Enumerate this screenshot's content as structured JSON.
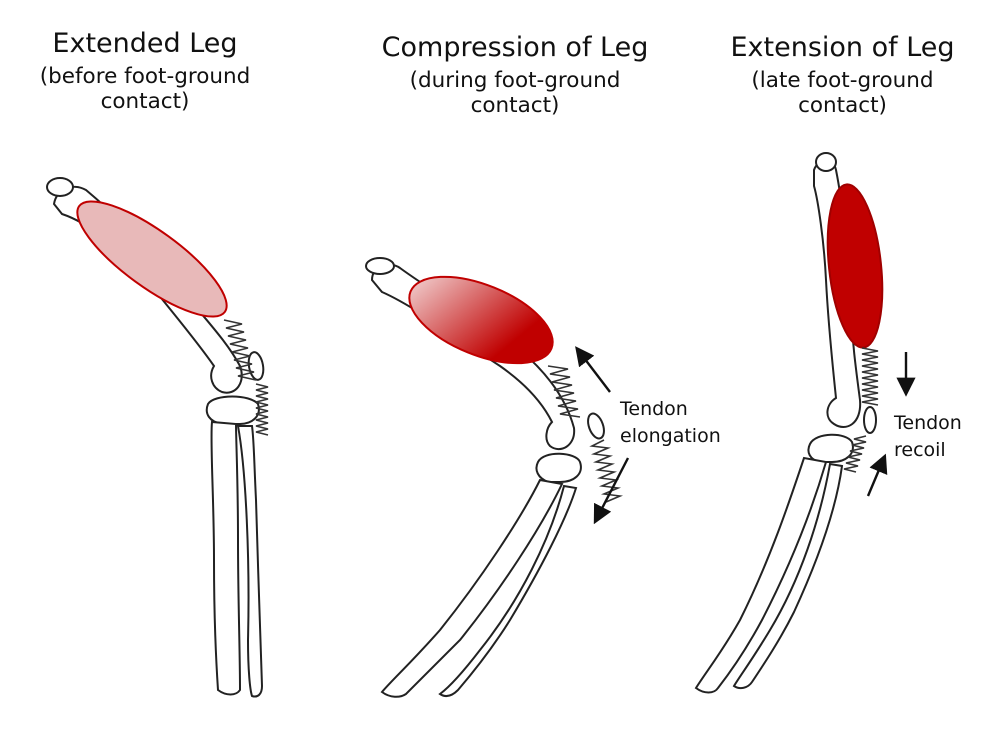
{
  "panels": [
    {
      "title": "Extended Leg",
      "subtitle_line1": "(before foot-ground",
      "subtitle_line2": "contact)"
    },
    {
      "title": "Compression of Leg",
      "subtitle_line1": "(during foot-ground",
      "subtitle_line2": "contact)",
      "annotation_line1": "Tendon",
      "annotation_line2": "elongation"
    },
    {
      "title": "Extension of Leg",
      "subtitle_line1": "(late foot-ground",
      "subtitle_line2": "contact)",
      "annotation_line1": "Tendon",
      "annotation_line2": "recoil"
    }
  ],
  "colors": {
    "muscle_dark": "#c00000",
    "muscle_light": "#e8b9b9",
    "bone_outline": "#222222",
    "spring": "#333333"
  }
}
